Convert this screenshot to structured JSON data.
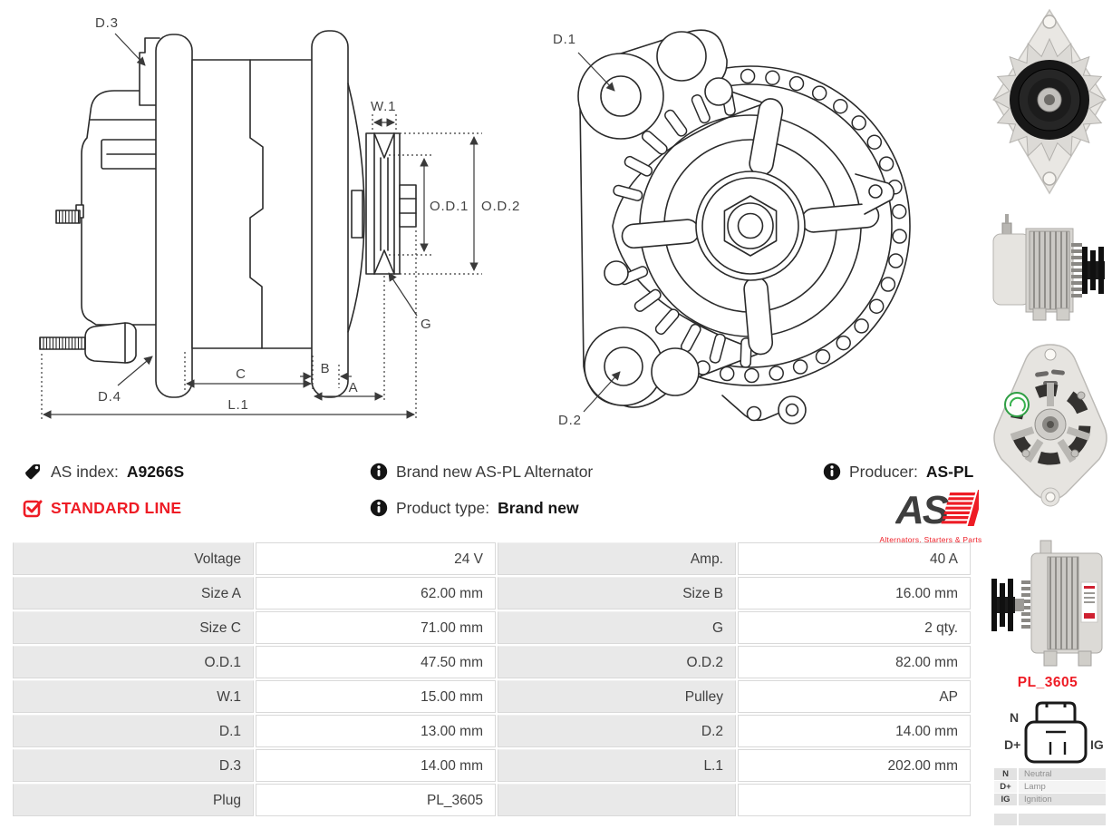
{
  "info": {
    "as_index_label": "AS index:",
    "as_index_value": "A9266S",
    "standard_line": "STANDARD LINE",
    "brand_new_text": "Brand new AS-PL Alternator",
    "product_type_label": "Product type:",
    "product_type_value": "Brand new",
    "producer_label": "Producer:",
    "producer_value": "AS-PL",
    "logo_text": "AS",
    "logo_tagline": "Alternators, Starters & Parts"
  },
  "drawing_labels": {
    "side": {
      "d3": "D.3",
      "w1": "W.1",
      "od1": "O.D.1",
      "od2": "O.D.2",
      "g": "G",
      "d4": "D.4",
      "c": "C",
      "b": "B",
      "a": "A",
      "l1": "L.1"
    },
    "front": {
      "d1": "D.1",
      "d2": "D.2"
    }
  },
  "table": {
    "rows": [
      [
        "Voltage",
        "24 V",
        "Amp.",
        "40 A"
      ],
      [
        "Size A",
        "62.00 mm",
        "Size B",
        "16.00 mm"
      ],
      [
        "Size C",
        "71.00 mm",
        "G",
        "2 qty."
      ],
      [
        "O.D.1",
        "47.50 mm",
        "O.D.2",
        "82.00 mm"
      ],
      [
        "W.1",
        "15.00 mm",
        "Pulley",
        "AP"
      ],
      [
        "D.1",
        "13.00 mm",
        "D.2",
        "14.00 mm"
      ],
      [
        "D.3",
        "14.00 mm",
        "L.1",
        "202.00 mm"
      ],
      [
        "Plug",
        "PL_3605",
        "",
        ""
      ]
    ]
  },
  "plug": {
    "name": "PL_3605",
    "pin_n": "N",
    "pin_dplus": "D+",
    "pin_ig": "IG",
    "legend": [
      {
        "pin": "N",
        "desc": "Neutral"
      },
      {
        "pin": "D+",
        "desc": "Lamp"
      },
      {
        "pin": "IG",
        "desc": "Ignition"
      }
    ]
  },
  "colors": {
    "accent_red": "#ee1c25",
    "line_color": "#2b2b2b",
    "table_label_bg": "#e9e9e9"
  }
}
